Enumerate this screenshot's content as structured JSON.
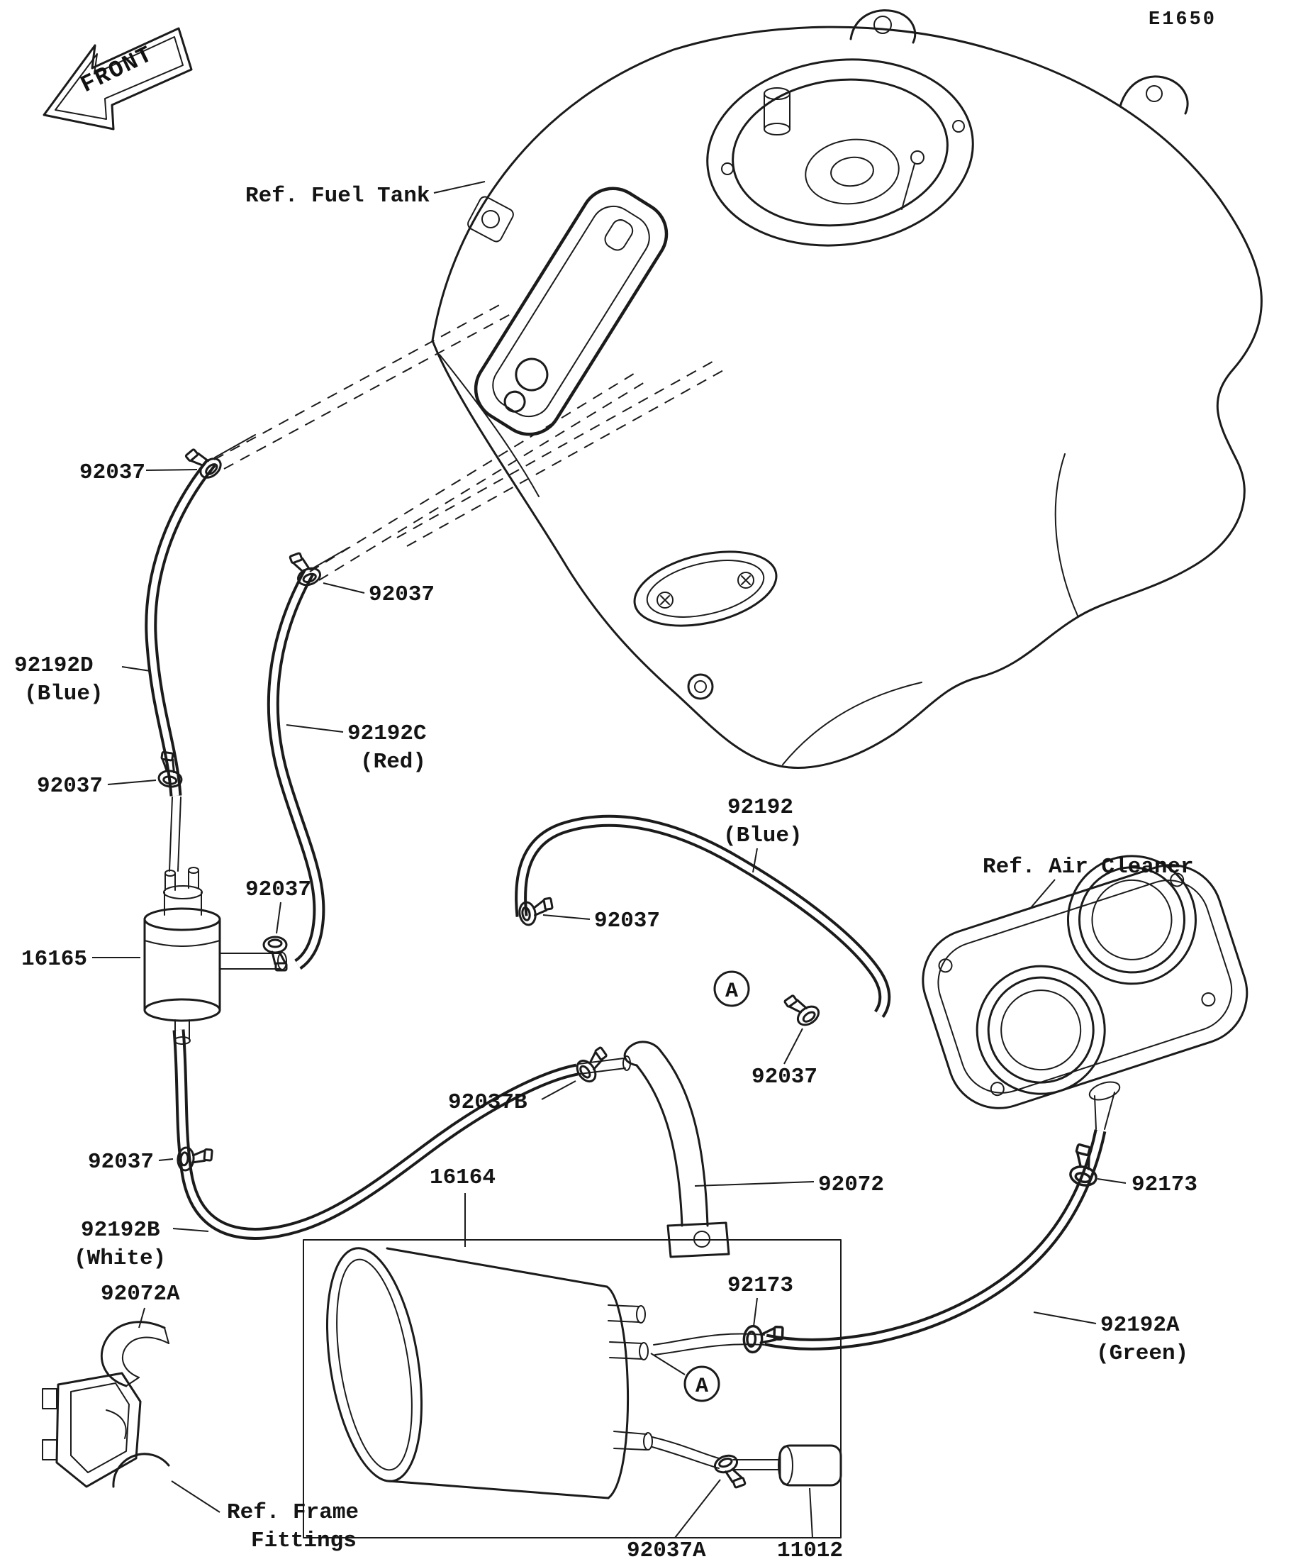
{
  "drawing": {
    "page_code": "E1650",
    "front_marker": "FRONT",
    "callout_letter": "A"
  },
  "references": {
    "fuel_tank": "Ref. Fuel Tank",
    "air_cleaner": "Ref. Air Cleaner",
    "frame_fittings_line1": "Ref. Frame",
    "frame_fittings_line2": "Fittings"
  },
  "parts": {
    "clamp": "92037",
    "clamp_a": "92037A",
    "clamp_b": "92037B",
    "hose": "92192",
    "hose_color": "(Blue)",
    "hose_a": "92192A",
    "hose_a_color": "(Green)",
    "hose_b": "92192B",
    "hose_b_color": "(White)",
    "hose_c": "92192C",
    "hose_c_color": "(Red)",
    "hose_d": "92192D",
    "hose_d_color": "(Blue)",
    "canister": "16164",
    "filter": "16165",
    "bracket": "92072",
    "bracket_a": "92072A",
    "clamp_173": "92173",
    "cap": "11012"
  }
}
